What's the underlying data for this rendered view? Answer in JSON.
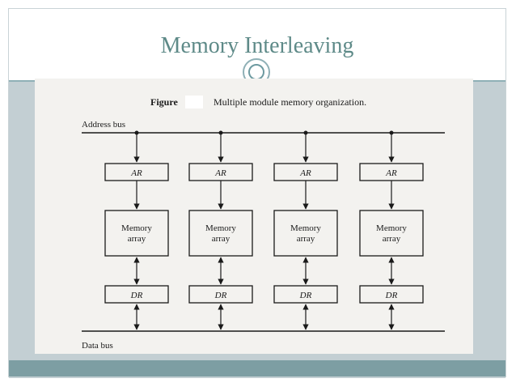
{
  "slide": {
    "title": "Memory Interleaving"
  },
  "figure": {
    "caption_label": "Figure",
    "caption_text": "Multiple module memory organization.",
    "address_bus_label": "Address bus",
    "data_bus_label": "Data bus",
    "modules": [
      {
        "ar": "AR",
        "mem_line1": "Memory",
        "mem_line2": "array",
        "dr": "DR"
      },
      {
        "ar": "AR",
        "mem_line1": "Memory",
        "mem_line2": "array",
        "dr": "DR"
      },
      {
        "ar": "AR",
        "mem_line1": "Memory",
        "mem_line2": "array",
        "dr": "DR"
      },
      {
        "ar": "AR",
        "mem_line1": "Memory",
        "mem_line2": "array",
        "dr": "DR"
      }
    ]
  },
  "colors": {
    "title": "#5e8a88",
    "band": "#c3cfd3",
    "accent": "#8fb0b6",
    "footer": "#7d9ea3",
    "scan_background": "#f3f2ef",
    "ink": "#1a1a1a"
  }
}
